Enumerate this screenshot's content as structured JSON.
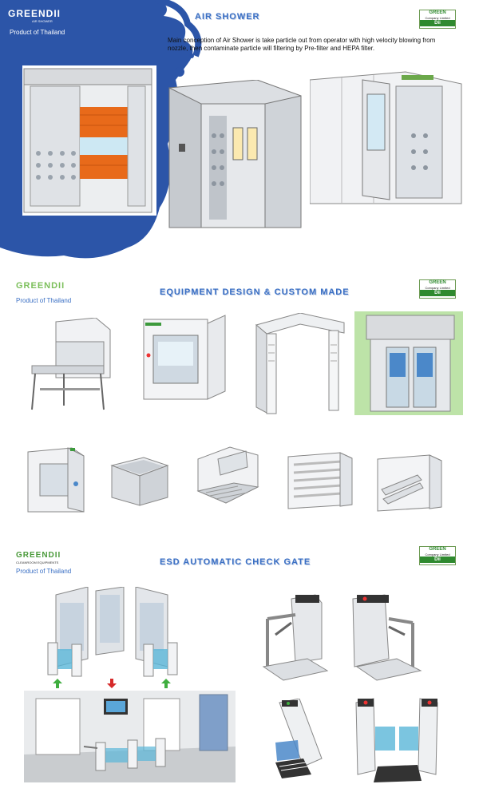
{
  "section1": {
    "logo": "GREENDII",
    "logo_sub": "AIR SHOWER",
    "product": "Product of Thailand",
    "title": "AIR SHOWER",
    "description": "Main conception of Air Shower is take particle out from operator with high velocity blowing from nozzle, then contaminate particle will filtering by Pre-filter and HEPA filter."
  },
  "section2": {
    "logo": "GREENDII",
    "product": "Product of Thailand",
    "title": "EQUIPMENT DESIGN & CUSTOM MADE"
  },
  "section3": {
    "logo": "GREENDII",
    "logo_sub": "CLEANROOM EQUIPMENTS",
    "product": "Product of Thailand",
    "title": "ESD AUTOMATIC CHECK GATE"
  },
  "badge": {
    "top": "GREEN",
    "mid": "Company Limited",
    "bot": "Dii"
  },
  "colors": {
    "accent_blue": "#3a6fc4",
    "brand_green": "#2f8a2f",
    "orange_door": "#e86a1a"
  }
}
